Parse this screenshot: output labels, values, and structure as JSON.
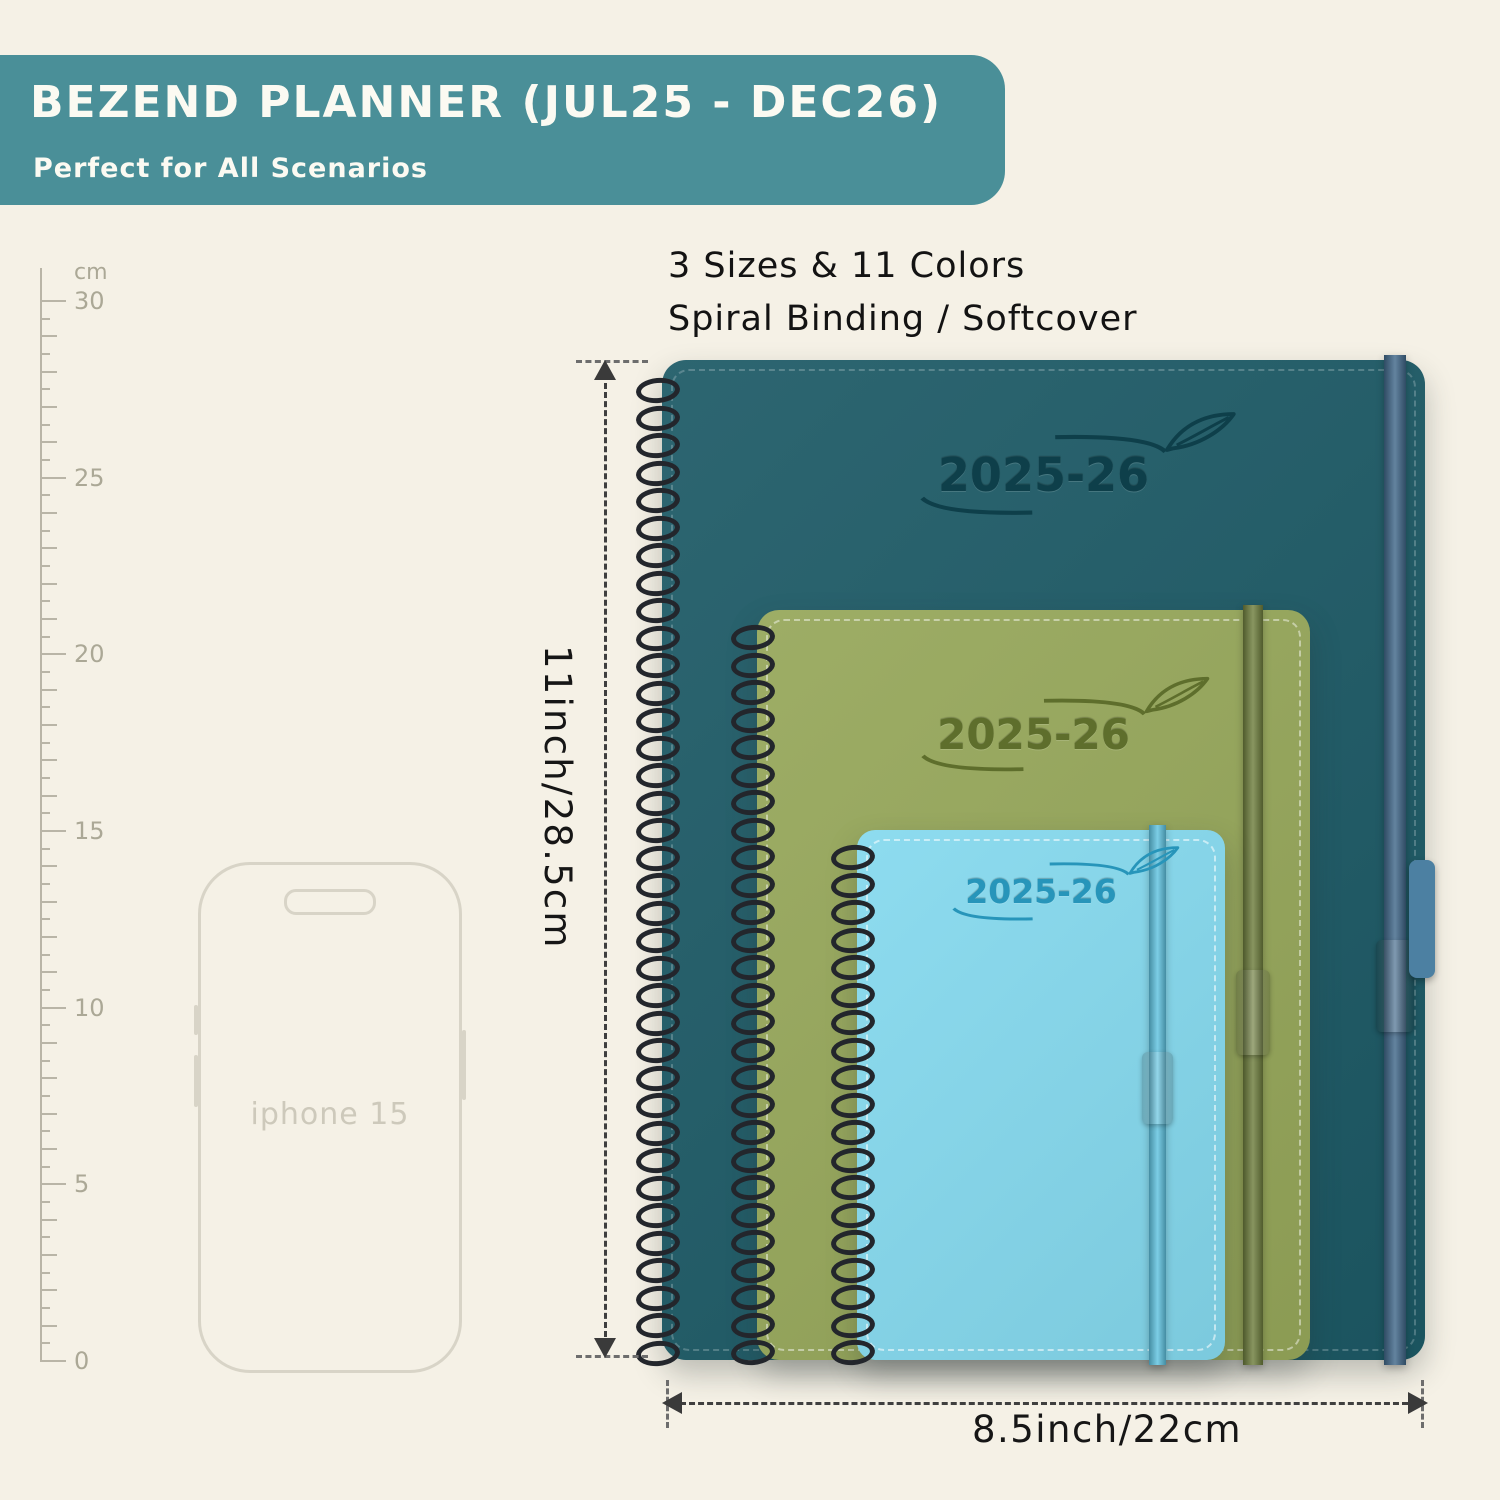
{
  "banner": {
    "title": "BEZEND PLANNER (JUL25 - DEC26)",
    "subtitle": "Perfect for All Scenarios",
    "bg_color": "#4a8f98",
    "text_color": "#fbfaf2"
  },
  "features": {
    "line1": "3 Sizes & 11 Colors",
    "line2": "Spiral Binding / Softcover"
  },
  "ruler": {
    "unit": "cm",
    "major_labels": [
      "30",
      "25",
      "20",
      "15",
      "10",
      "5",
      "0"
    ]
  },
  "phone": {
    "label": "iphone 15"
  },
  "planners": [
    {
      "size": "large",
      "year_label": "2025-26",
      "cover_color": "#1d5a66",
      "band_color": "#41688a"
    },
    {
      "size": "medium",
      "year_label": "2025-26",
      "cover_color": "#96a75a",
      "band_color": "#6f7f3e"
    },
    {
      "size": "small",
      "year_label": "2025-26",
      "cover_color": "#85d9ee",
      "band_color": "#5fc3e0"
    }
  ],
  "dimensions": {
    "height_label": "11inch/28.5cm",
    "width_label": "8.5inch/22cm"
  },
  "icons": {
    "feather": "feather-icon"
  }
}
